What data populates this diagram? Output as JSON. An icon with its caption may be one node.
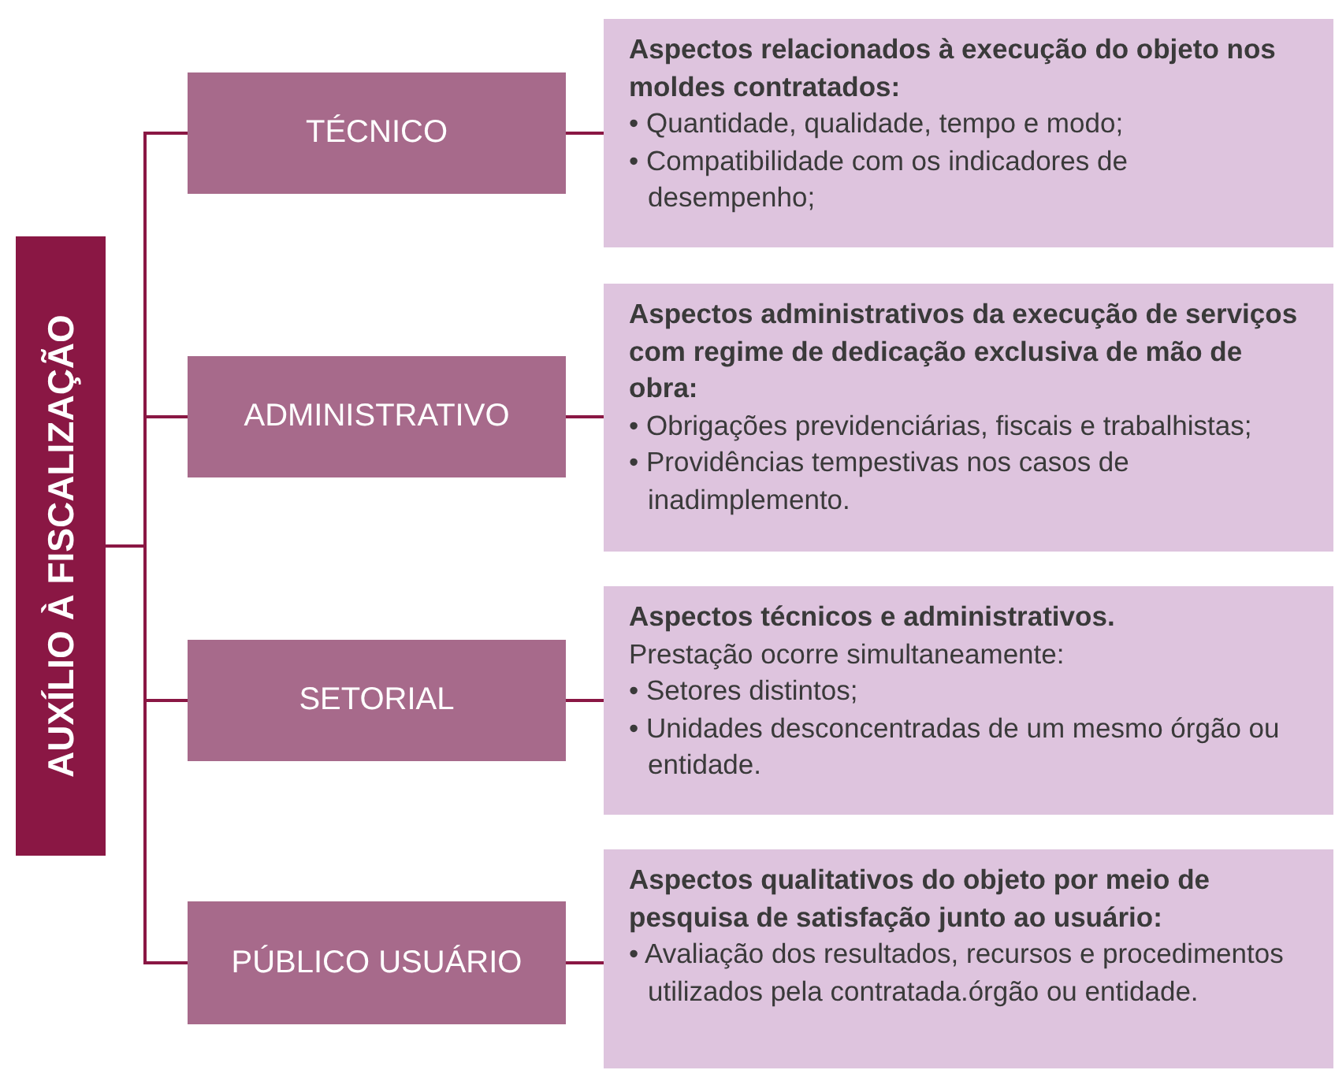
{
  "diagram": {
    "nodes": [
      {
        "text": [
          "AUXÍLIO À FISCALIZAÇÃO"
        ]
      },
      {
        "text": [
          "TÉCNICO"
        ]
      },
      {
        "text": [
          "Aspectos relacionados à execução do objeto nos moldes contratados:",
          "• Quantidade, qualidade, tempo e modo;",
          "• Compatibilidade com os indicadores de desempenho;"
        ]
      },
      {
        "text": [
          "ADMINISTRATIVO"
        ]
      },
      {
        "text": [
          "Aspectos administrativos da execução de serviços com regime de dedicação exclusiva de mão de obra:",
          "• Obrigações previdenciárias, fiscais e trabalhistas;",
          "• Providências tempestivas nos casos de inadimplemento."
        ]
      },
      {
        "text": [
          "SETORIAL"
        ]
      },
      {
        "text": [
          "Aspectos técnicos e administrativos.",
          "Prestação ocorre simultaneamente:",
          "• Setores distintos;",
          "• Unidades desconcentradas de um mesmo órgão ou entidade."
        ]
      },
      {
        "text": [
          "PÚBLICO USUÁRIO"
        ]
      },
      {
        "text": [
          "Aspectos qualitativos do objeto por meio de pesquisa de satisfação junto ao usuário:",
          "• Avaliação dos resultados, recursos e procedimentos utilizados pela contratada.órgão ou entidade."
        ]
      }
    ],
    "edges": [
      {
        "from": 0,
        "to": 1,
        "arrow": "none"
      },
      {
        "from": 0,
        "to": 3,
        "arrow": "none"
      },
      {
        "from": 0,
        "to": 5,
        "arrow": "none"
      },
      {
        "from": 0,
        "to": 7,
        "arrow": "none"
      },
      {
        "from": 1,
        "to": 2,
        "arrow": "none"
      },
      {
        "from": 3,
        "to": 4,
        "arrow": "none"
      },
      {
        "from": 5,
        "to": 6,
        "arrow": "none"
      },
      {
        "from": 7,
        "to": 8,
        "arrow": "none"
      }
    ]
  }
}
